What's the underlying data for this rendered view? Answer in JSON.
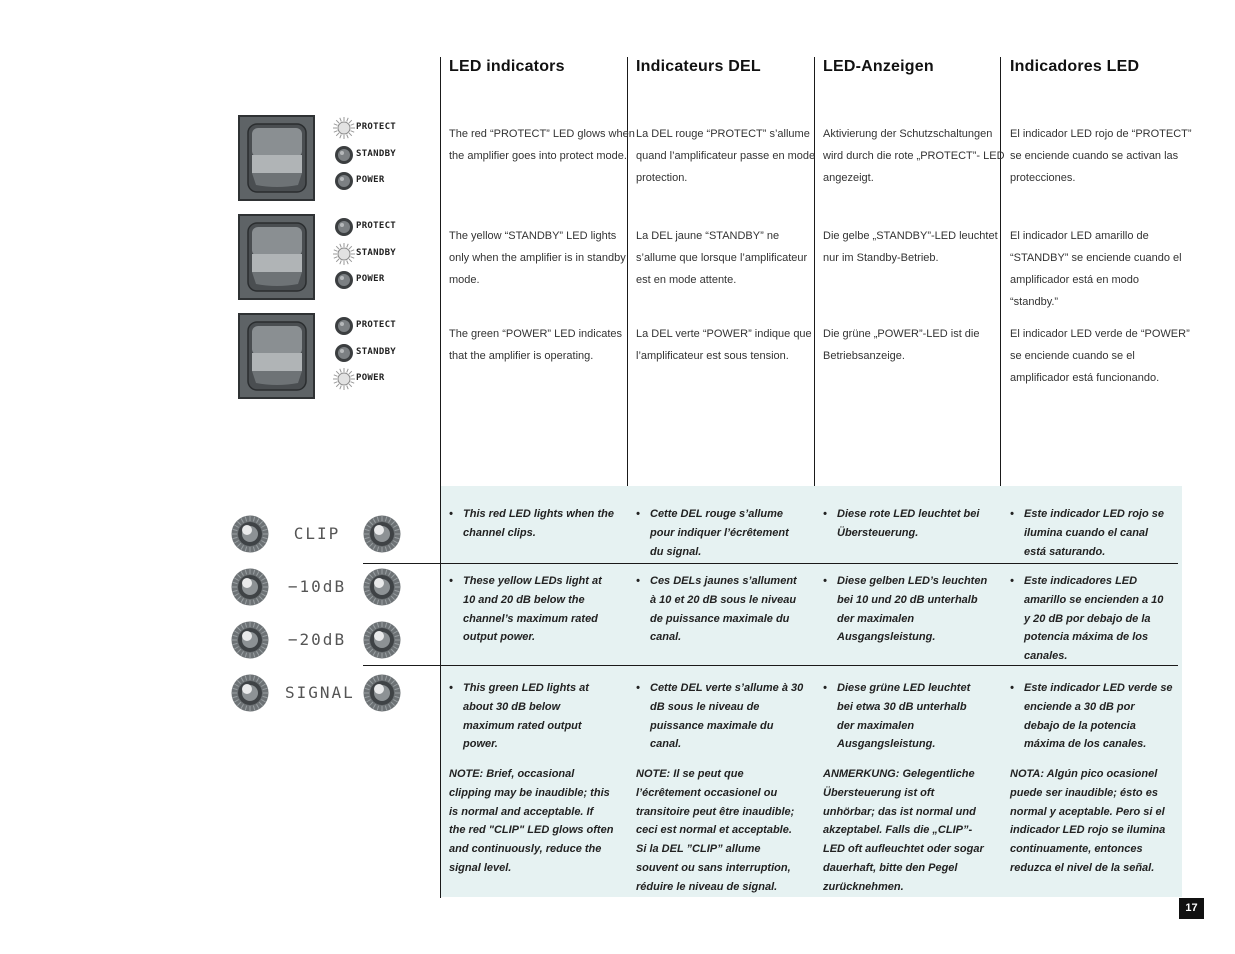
{
  "headers": [
    "LED indicators",
    "Indicateurs DEL",
    "LED-Anzeigen",
    "Indicadores LED"
  ],
  "protect_texts": [
    [
      "The red “PROTECT” LED glows when",
      "the amplifier goes into protect mode."
    ],
    [
      "La DEL rouge “PROTECT” s’allume",
      "quand l’amplificateur passe en mode",
      "protection."
    ],
    [
      "Aktivierung der Schutzschaltungen",
      "wird durch die rote „PROTECT”- LED",
      "angezeigt."
    ],
    [
      "El indicador LED rojo de “PROTECT”",
      "se enciende cuando se activan las",
      "protecciones."
    ]
  ],
  "standby_texts": [
    [
      "The yellow “STANDBY” LED lights",
      "only when the amplifier is in standby",
      "mode."
    ],
    [
      "La DEL jaune “STANDBY” ne",
      "s’allume que lorsque l’amplificateur",
      "est en mode attente."
    ],
    [
      "Die gelbe „STANDBY”-LED leuchtet",
      "nur im Standby-Betrieb."
    ],
    [
      "El indicador LED amarillo de",
      "“STANDBY” se enciende cuando el",
      "amplificador está en modo",
      "“standby.”"
    ]
  ],
  "power_texts": [
    [
      "The green “POWER” LED indicates",
      "that the amplifier is operating."
    ],
    [
      "La DEL verte “POWER” indique que",
      "l’amplificateur est sous tension."
    ],
    [
      "Die grüne „POWER”-LED ist die",
      "Betriebsanzeige."
    ],
    [
      "El indicador LED verde de “POWER”",
      "se enciende cuando se el",
      "amplificador está funcionando."
    ]
  ],
  "clip_texts": [
    [
      "This red LED lights when the",
      "channel clips."
    ],
    [
      "Cette DEL rouge s’allume",
      "pour indiquer l’écrêtement",
      "du signal."
    ],
    [
      "Diese rote LED leuchtet bei",
      "Übersteuerung."
    ],
    [
      "Este indicador LED rojo se",
      "ilumina cuando el canal",
      "está saturando."
    ]
  ],
  "db_texts": [
    [
      "These yellow LEDs light at",
      "10 and 20 dB below the",
      "channel’s maximum rated",
      "output power."
    ],
    [
      "Ces DELs jaunes s’allument",
      "à 10 et 20 dB sous le niveau",
      "de puissance maximale du",
      "canal."
    ],
    [
      "Diese gelben LED’s leuchten",
      "bei 10 und 20 dB unterhalb",
      "der maximalen",
      "Ausgangsleistung."
    ],
    [
      "Este indicadores LED",
      "amarillo se encienden a 10",
      "y 20 dB por debajo de la",
      "potencia máxima de los",
      "canales."
    ]
  ],
  "signal_texts": [
    [
      "This green LED lights at",
      "about 30 dB below",
      "maximum rated output",
      "power."
    ],
    [
      "Cette DEL verte s’allume à 30",
      "dB sous le niveau de",
      "puissance maximale du",
      "canal."
    ],
    [
      "Diese grüne LED leuchtet",
      "bei etwa 30 dB unterhalb",
      "der maximalen",
      "Ausgangsleistung."
    ],
    [
      "Este indicador LED verde se",
      "enciende a 30 dB por",
      "debajo de la potencia",
      "máxima de los canales."
    ]
  ],
  "notes": [
    [
      "NOTE: Brief, occasional",
      "clipping may be inaudible; this",
      "is normal and acceptable. If",
      "the red \"CLIP\" LED glows often",
      "and continuously, reduce the",
      "signal level."
    ],
    [
      "NOTE: Il se peut que",
      "l’écrêtement occasionel ou",
      "transitoire peut être inaudible;",
      "ceci est normal et acceptable.",
      "Si la DEL ”CLIP” allume",
      "souvent ou sans interruption,",
      "réduire le niveau de signal."
    ],
    [
      "ANMERKUNG: Gelegentliche",
      "Übersteuerung ist oft",
      "unhörbar; das ist normal und",
      "akzeptabel. Falls die „CLIP”-",
      "LED oft aufleuchtet oder sogar",
      "dauerhaft, bitte den Pegel",
      "zurücknehmen."
    ],
    [
      "NOTA: Algún pico ocasionel",
      "puede ser inaudible; ésto es",
      "normal y aceptable. Pero si el",
      "indicador LED rojo se ilumina",
      "continuamente, entonces",
      "reduzca el nivel de la señal."
    ]
  ],
  "led_labels": [
    "PROTECT",
    "STANDBY",
    "POWER"
  ],
  "meter_labels": [
    "CLIP",
    "−10dB",
    "−20dB",
    "SIGNAL"
  ],
  "bullet": "•",
  "page_number": "17",
  "colors": {
    "note_bg": "#e6f2f2",
    "rule": "#1a1a1a",
    "panel": "#5e6366"
  }
}
